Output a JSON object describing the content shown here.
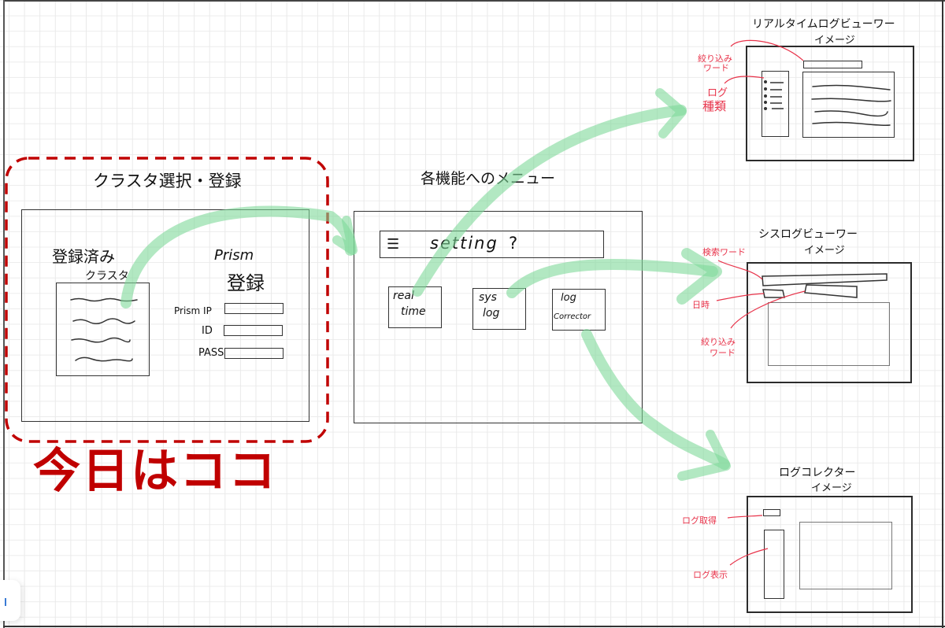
{
  "diagram": {
    "colors": {
      "highlight_red": "#c00000",
      "annotation_red": "#e8334a",
      "arrow_green": "#7ed99a",
      "ink": "#222222",
      "grid": "#e9e9e9"
    },
    "cluster_section": {
      "title": "クラスタ選択・登録",
      "registered_label_line1": "登録済み",
      "registered_label_line2": "クラスタ",
      "prism_label_line1": "Prism",
      "prism_label_line2": "登録",
      "fields": [
        {
          "label": "Prism IP",
          "value": ""
        },
        {
          "label": "ID",
          "value": ""
        },
        {
          "label": "PASS",
          "value": ""
        }
      ],
      "today_marker": "今日はココ"
    },
    "menu_section": {
      "title": "各機能へのメニュー",
      "header_menu_icon": "hamburger-icon",
      "header_text": "setting",
      "header_help": "?",
      "buttons": [
        {
          "line1": "real",
          "line2": "time"
        },
        {
          "line1": "sys",
          "line2": "log"
        },
        {
          "line1": "log",
          "line2": "Corrector"
        }
      ]
    },
    "realtime_viewer": {
      "title_line1": "リアルタイムログビューワー",
      "title_line2": "イメージ",
      "notes": {
        "filter_word_line1": "絞り込み",
        "filter_word_line2": "ワード",
        "log_type_line1": "ログ",
        "log_type_line2": "種類"
      }
    },
    "syslog_viewer": {
      "title_line1": "シスログビューワー",
      "title_line2": "イメージ",
      "notes": {
        "search_word": "検索ワード",
        "datetime": "日時",
        "filter_word_line1": "絞り込み",
        "filter_word_line2": "ワード"
      }
    },
    "log_collector": {
      "title_line1": "ログコレクター",
      "title_line2": "イメージ",
      "notes": {
        "fetch_log": "ログ取得",
        "show_log": "ログ表示"
      }
    }
  }
}
